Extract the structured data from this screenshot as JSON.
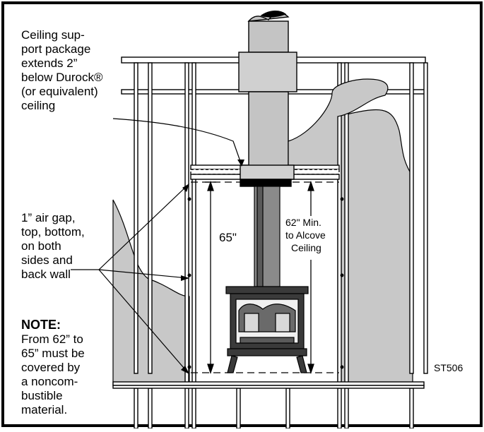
{
  "diagram": {
    "labels": {
      "ceiling_support": [
        "Ceiling sup-",
        "port package",
        "extends 2”",
        "below Durock®",
        "(or equivalent)",
        "ceiling"
      ],
      "air_gap": [
        "1” air gap,",
        "top, bottom,",
        "on both",
        "sides and",
        "back wall"
      ],
      "note_title": "NOTE:",
      "note_body": [
        "From 62” to",
        "65” must be",
        "covered by",
        "a noncom-",
        "bustible",
        "material."
      ],
      "dim_65": "65\"",
      "dim_62": [
        "62\" Min.",
        "to Alcove",
        "Ceiling"
      ],
      "code": "ST506"
    },
    "colors": {
      "board": "#c8c8c8",
      "pipe": "#c4c4c4",
      "pipe_dark": "#8a8a8a",
      "stove": "#3a3a3a",
      "line": "#000000"
    }
  }
}
